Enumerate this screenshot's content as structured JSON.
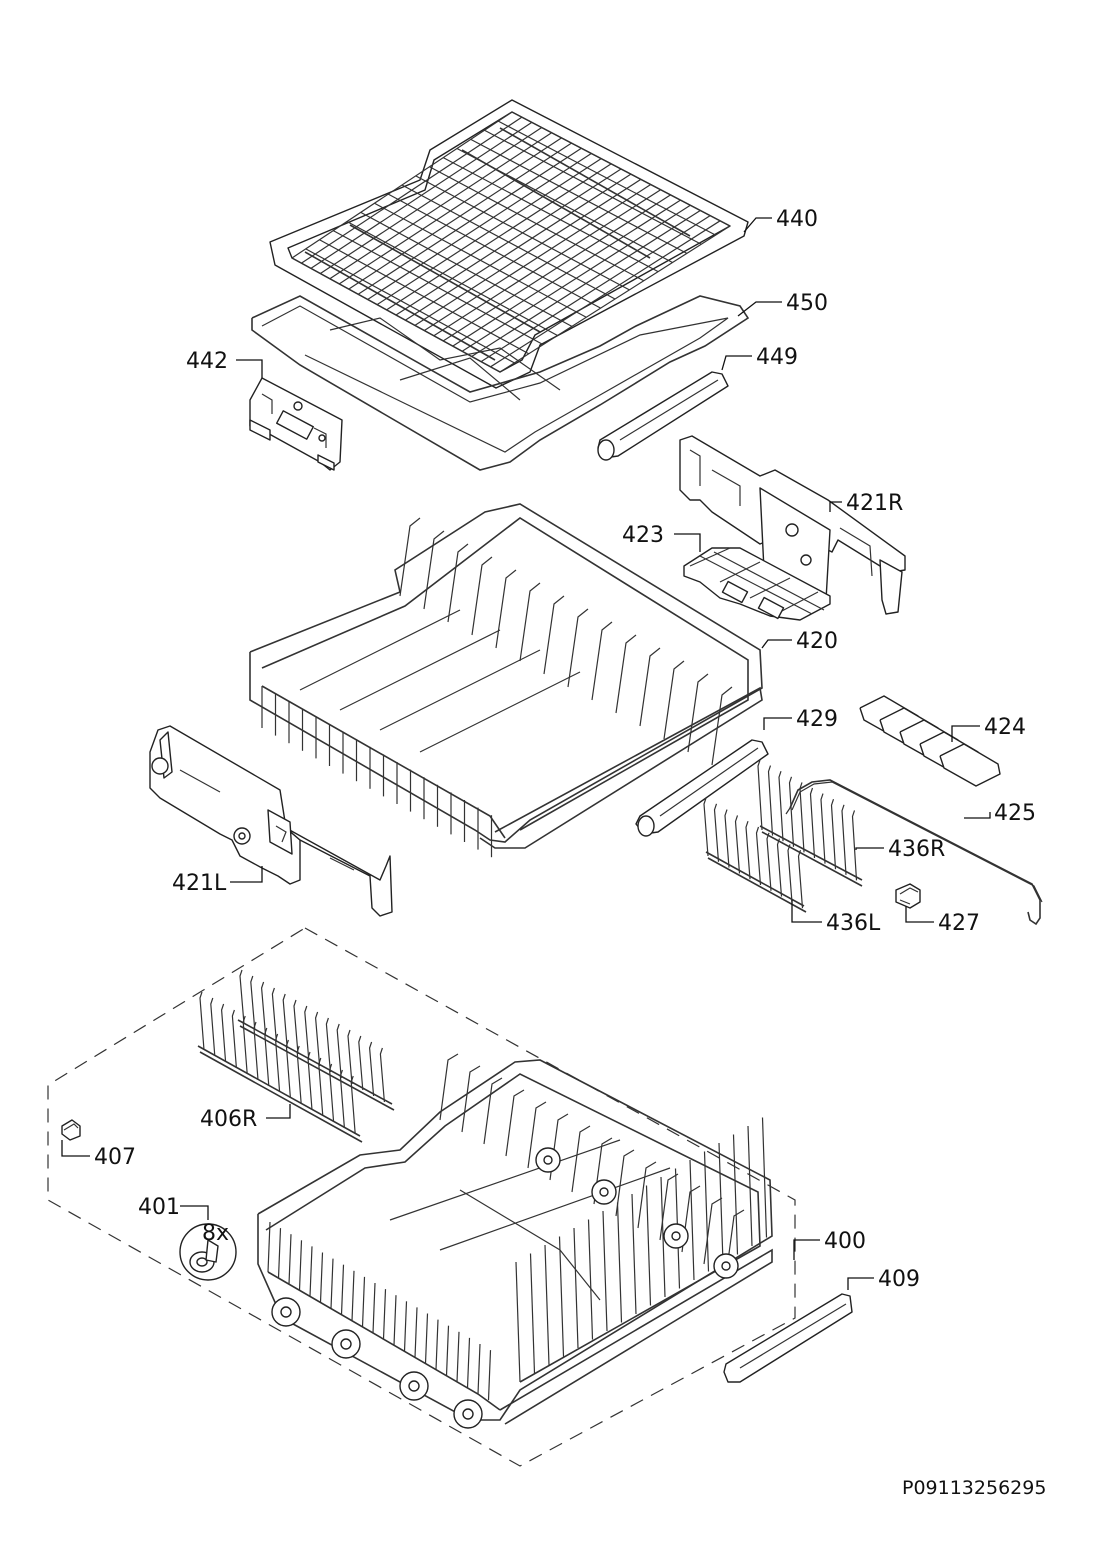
{
  "diagram": {
    "doc_number": "P09113256295",
    "part_labels": {
      "p440": "440",
      "p450": "450",
      "p442": "442",
      "p449": "449",
      "p421R": "421R",
      "p423": "423",
      "p420": "420",
      "p429": "429",
      "p424": "424",
      "p425": "425",
      "p436R": "436R",
      "p421L": "421L",
      "p436L": "436L",
      "p427": "427",
      "p406R": "406R",
      "p407": "407",
      "p401": "401",
      "p401_qty": "8x",
      "p400": "400",
      "p409": "409"
    }
  }
}
